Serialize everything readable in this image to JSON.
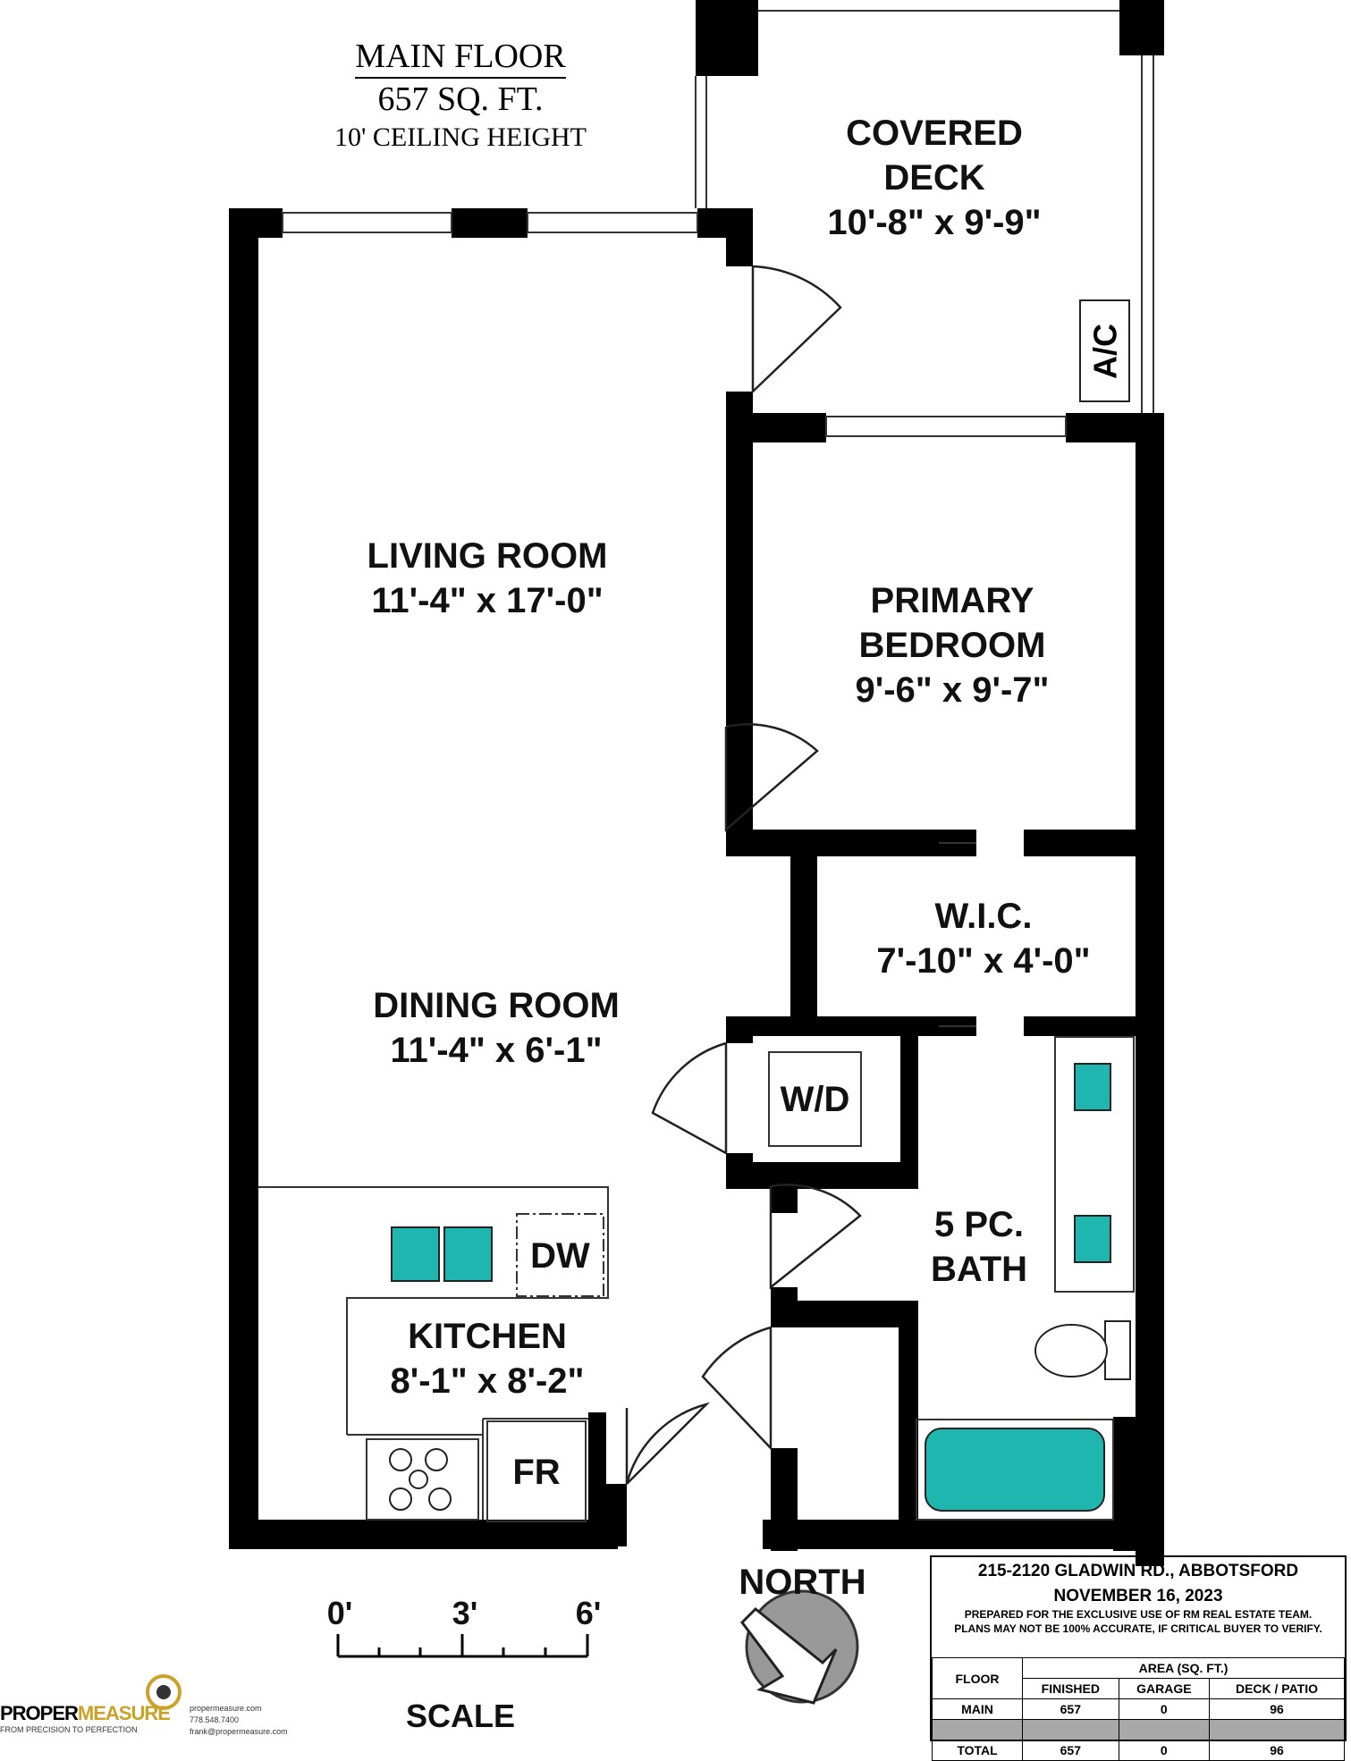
{
  "title": {
    "floor": "MAIN FLOOR",
    "area": "657 SQ. FT.",
    "ceiling": "10' CEILING HEIGHT"
  },
  "rooms": {
    "covered_deck": {
      "name": "COVERED",
      "name2": "DECK",
      "size": "10'-8\" x 9'-9\""
    },
    "ac": "A/C",
    "living": {
      "name": "LIVING ROOM",
      "size": "11'-4\" x 17'-0\""
    },
    "bedroom": {
      "name": "PRIMARY",
      "name2": "BEDROOM",
      "size": "9'-6\" x 9'-7\""
    },
    "wic": {
      "name": "W.I.C.",
      "size": "7'-10\" x 4'-0\""
    },
    "dining": {
      "name": "DINING ROOM",
      "size": "11'-4\" x 6'-1\""
    },
    "wd": "W/D",
    "bath": {
      "name": "5 PC.",
      "name2": "BATH"
    },
    "dw": "DW",
    "kitchen": {
      "name": "KITCHEN",
      "size": "8'-1\" x 8'-2\""
    },
    "fr": "FR"
  },
  "north": "NORTH",
  "scale": {
    "ticks": [
      "0'",
      "3'",
      "6'"
    ],
    "label": "SCALE"
  },
  "info": {
    "address": "215-2120 GLADWIN RD., ABBOTSFORD",
    "date": "NOVEMBER 16, 2023",
    "note1": "PREPARED FOR THE EXCLUSIVE USE OF RM REAL ESTATE TEAM.",
    "note2": "PLANS MAY NOT BE 100% ACCURATE, IF CRITICAL BUYER TO VERIFY.",
    "floor_header": "FLOOR",
    "area_header": "AREA (SQ. FT.)",
    "cols": [
      "FINISHED",
      "GARAGE",
      "DECK / PATIO"
    ],
    "rows": [
      {
        "floor": "MAIN",
        "finished": "657",
        "garage": "0",
        "deck": "96"
      },
      {
        "floor": "TOTAL",
        "finished": "657",
        "garage": "0",
        "deck": "96"
      }
    ]
  },
  "logo": {
    "brand_a": "PROPER",
    "brand_b": "MEASURE",
    "tagline": "FROM PRECISION TO PERFECTION",
    "website": "propermeasure.com",
    "phone": "778.548.7400",
    "email": "frank@propermeasure.com"
  },
  "colors": {
    "wall": "#000000",
    "fixture": "#1fb6b0",
    "line": "#333333"
  }
}
